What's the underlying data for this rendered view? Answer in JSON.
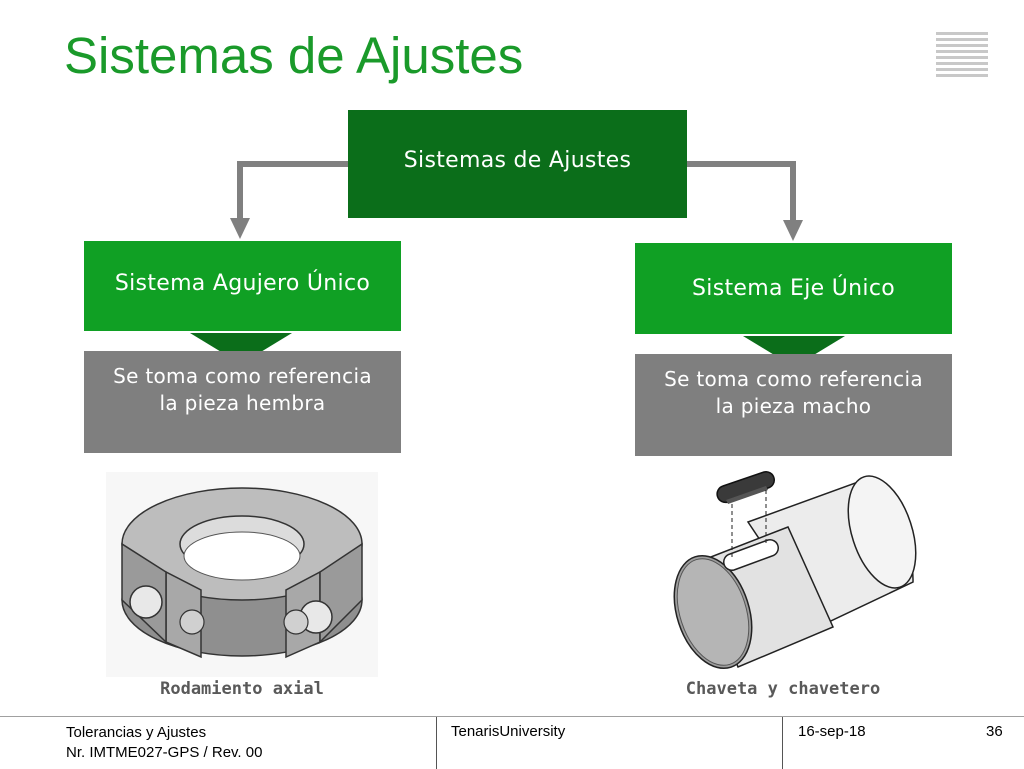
{
  "slide": {
    "title": "Sistemas de Ajustes"
  },
  "diagram": {
    "root": "Sistemas de Ajustes",
    "left": {
      "heading": "Sistema Agujero Único",
      "desc_line1": "Se toma como referencia",
      "desc_line2": "la pieza hembra",
      "caption": "Rodamiento axial"
    },
    "right": {
      "heading": "Sistema Eje Único",
      "desc_line1": "Se toma como referencia",
      "desc_line2": "la pieza macho",
      "caption": "Chaveta y chavetero"
    }
  },
  "footer": {
    "course": "Tolerancias y Ajustes",
    "doc_ref": "Nr. IMTME027-GPS / Rev. 00",
    "org": "TenarisUniversity",
    "date": "16-sep-18",
    "page": "36"
  },
  "colors": {
    "title_green": "#1a9a2a",
    "dark_green": "#0b6e1a",
    "green": "#10a024",
    "gray": "#7f7f7f"
  }
}
